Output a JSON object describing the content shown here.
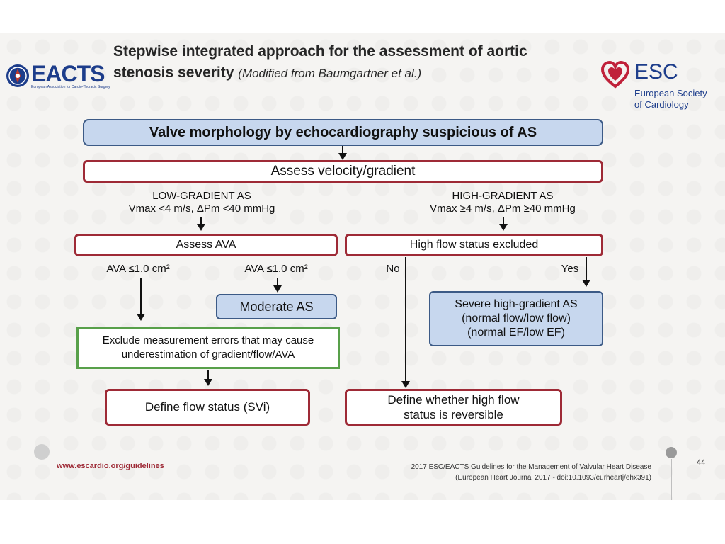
{
  "header": {
    "title": "Stepwise integrated approach for the assessment of aortic stenosis severity",
    "subtitle": "(Modified from Baumgartner et al.)"
  },
  "logos": {
    "eacts_name": "EACTS",
    "eacts_full": "European Association for Cardio-Thoracic Surgery",
    "esc_name": "ESC",
    "esc_line1": "European Society",
    "esc_line2": "of Cardiology"
  },
  "flowchart": {
    "top": "Valve morphology by echocardiography suspicious of AS",
    "assess_gradient": "Assess velocity/gradient",
    "low_gradient_title": "LOW-GRADIENT AS",
    "low_gradient_criteria": "Vmax <4 m/s, ΔPm <40 mmHg",
    "high_gradient_title": "HIGH-GRADIENT AS",
    "high_gradient_criteria": "Vmax ≥4 m/s, ΔPm ≥40 mmHg",
    "assess_ava": "Assess AVA",
    "high_flow_excluded": "High flow status excluded",
    "ava_left": "AVA ≤1.0 cm²",
    "ava_right": "AVA ≤1.0 cm²",
    "no_label": "No",
    "yes_label": "Yes",
    "moderate_as": "Moderate AS",
    "severe_line1": "Severe high-gradient AS",
    "severe_line2": "(normal flow/low flow)",
    "severe_line3": "(normal EF/low EF)",
    "exclude_line1": "Exclude measurement errors that may cause",
    "exclude_line2": "underestimation of gradient/flow/AVA",
    "define_flow": "Define flow status (SVi)",
    "define_reversible_line1": "Define whether high flow",
    "define_reversible_line2": "status is reversible"
  },
  "footer": {
    "url": "www.escardio.org/guidelines",
    "citation_line1": "2017 ESC/EACTS Guidelines for the Management of Valvular Heart Disease",
    "citation_line2": "(European Heart Journal 2017 - doi:10.1093/eurheartj/ehx391)",
    "page_number": "44"
  },
  "colors": {
    "red_border": "#9e2a36",
    "blue_fill": "#c7d7ee",
    "green_border": "#58a04a",
    "brand_blue": "#1d3d8b"
  }
}
